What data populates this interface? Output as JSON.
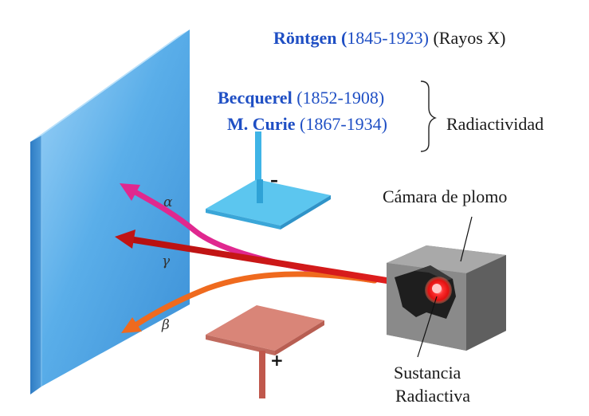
{
  "header": {
    "rontgen": {
      "name": "Röntgen (",
      "years": "1845-1923)",
      "topic": " (Rayos X)"
    },
    "becquerel": {
      "name": "Becquerel",
      "years": " (1852-1908)"
    },
    "curie": {
      "name": "M. Curie",
      "years": " (1867-1934)"
    },
    "group_label": "Radiactividad"
  },
  "labels": {
    "chamber": "Cámara de plomo",
    "substance_line1": "Sustancia",
    "substance_line2": "Radiactiva",
    "alpha": "α",
    "gamma": "γ",
    "beta": "β",
    "minus": "–",
    "plus": "+"
  },
  "colors": {
    "name_blue": "#1f4fc4",
    "screen_blue": "#6ab4ec",
    "plate_negative": "#5ec4ee",
    "plate_positive": "#d98578",
    "alpha_ray": "#e0288f",
    "gamma_ray": "#d01818",
    "beta_ray": "#ef6a1e",
    "lead_chamber": "#8a8a8a"
  },
  "icons": [
    "fluorescent-screen",
    "negative-plate",
    "positive-plate",
    "lead-chamber",
    "radioactive-source"
  ]
}
